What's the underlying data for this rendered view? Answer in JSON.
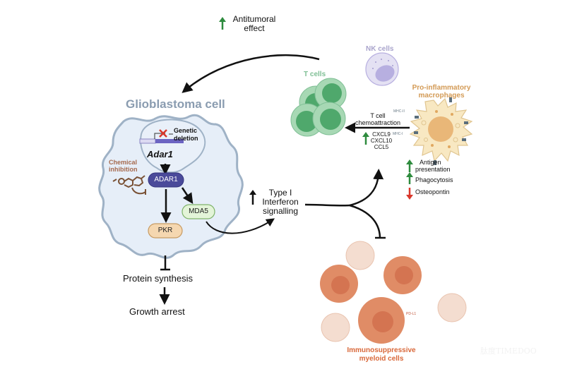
{
  "colors": {
    "glioblastoma_title": "#8a9cb0",
    "cell_fill": "#e6eef8",
    "cell_stroke": "#9fb2c6",
    "adar1_pill": "#4a4a9a",
    "mda5_fill": "#e3f4d8",
    "mda5_stroke": "#7fb36a",
    "pkr_fill": "#f5d7b0",
    "pkr_stroke": "#c79b63",
    "chemical": "#7a5236",
    "tcell_title": "#7fbf95",
    "tcell_outer": "#a7d8b4",
    "tcell_inner": "#4fa86c",
    "nk_title": "#a9a4cc",
    "nk_outer": "#e4e1f3",
    "nk_inner": "#b7afe0",
    "macro_title": "#d39a55",
    "macro_fill": "#f8e8c2",
    "macro_nucleus": "#e9b778",
    "myeloid_title": "#d9683a",
    "myeloid_fill": "#e08c66",
    "myeloid_light": "#f4ddd0",
    "up_arrow": "#2e8b3e",
    "down_arrow": "#d9372b",
    "deletion_x": "#d9372b"
  },
  "glioblastoma": {
    "title": "Glioblastoma cell",
    "gene": "Adar1",
    "genetic_deletion": [
      "Genetic",
      "deletion"
    ],
    "chemical_inhibition": [
      "Chemical",
      "inhibition"
    ],
    "adar1": "ADAR1",
    "mda5": "MDA5",
    "pkr": "PKR"
  },
  "outcomes": {
    "protein_synthesis": "Protein synthesis",
    "growth_arrest": "Growth arrest"
  },
  "interferon": {
    "lines": [
      "Type I",
      "Interferon",
      "signalling"
    ],
    "direction": "up"
  },
  "antitumoral": {
    "lines": [
      "Antitumoral",
      "effect"
    ],
    "direction": "up"
  },
  "tcells": {
    "title": "T cells"
  },
  "nkcells": {
    "title": "NK cells"
  },
  "macrophages": {
    "title": [
      "Pro-inflammatory",
      "macrophages"
    ],
    "mhc2": "MHC-II",
    "mhc1": "MHC-I",
    "chemoattraction": [
      "T cell",
      "chemoattraction"
    ],
    "chemokines": [
      "CXCL9",
      "CXCL10",
      "CCL5"
    ],
    "effects": [
      {
        "label": [
          "Antigen",
          "presentation"
        ],
        "direction": "up"
      },
      {
        "label": [
          "Phagocytosis"
        ],
        "direction": "up"
      },
      {
        "label": [
          "Osteopontin"
        ],
        "direction": "down"
      }
    ]
  },
  "myeloid": {
    "title": [
      "Immunosuppressive",
      "myeloid cells"
    ],
    "pdl1": "PD-L1"
  },
  "watermark": "肽度TIMEDOO"
}
